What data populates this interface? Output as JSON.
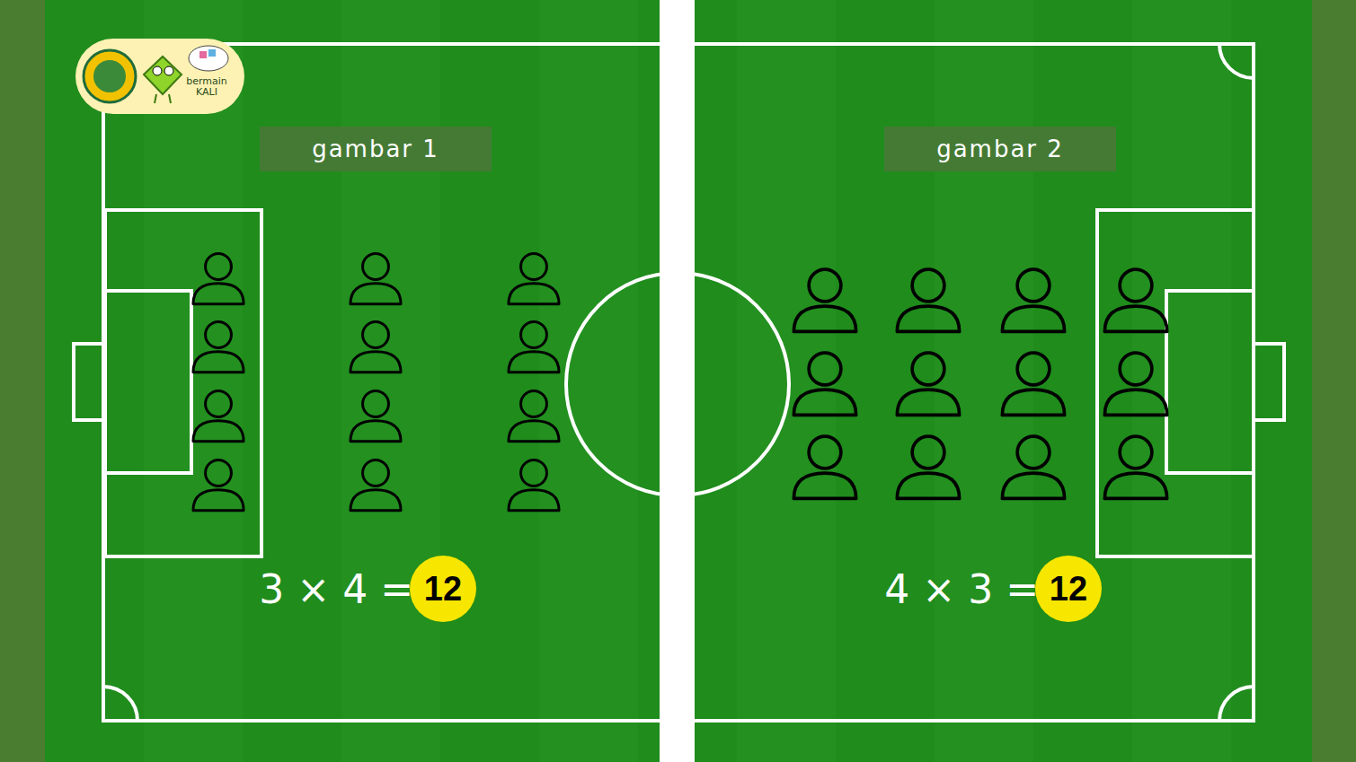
{
  "diagram": {
    "nodes": [
      {
        "text": [
          "bermain KALI"
        ]
      },
      {
        "text": [
          "gambar 1"
        ]
      },
      {
        "text": [
          "gambar 2"
        ]
      },
      {
        "text": [
          "12"
        ]
      },
      {
        "text": [
          "12"
        ]
      }
    ],
    "labels": [
      "3 × 4 =",
      "4 × 3 ="
    ]
  }
}
